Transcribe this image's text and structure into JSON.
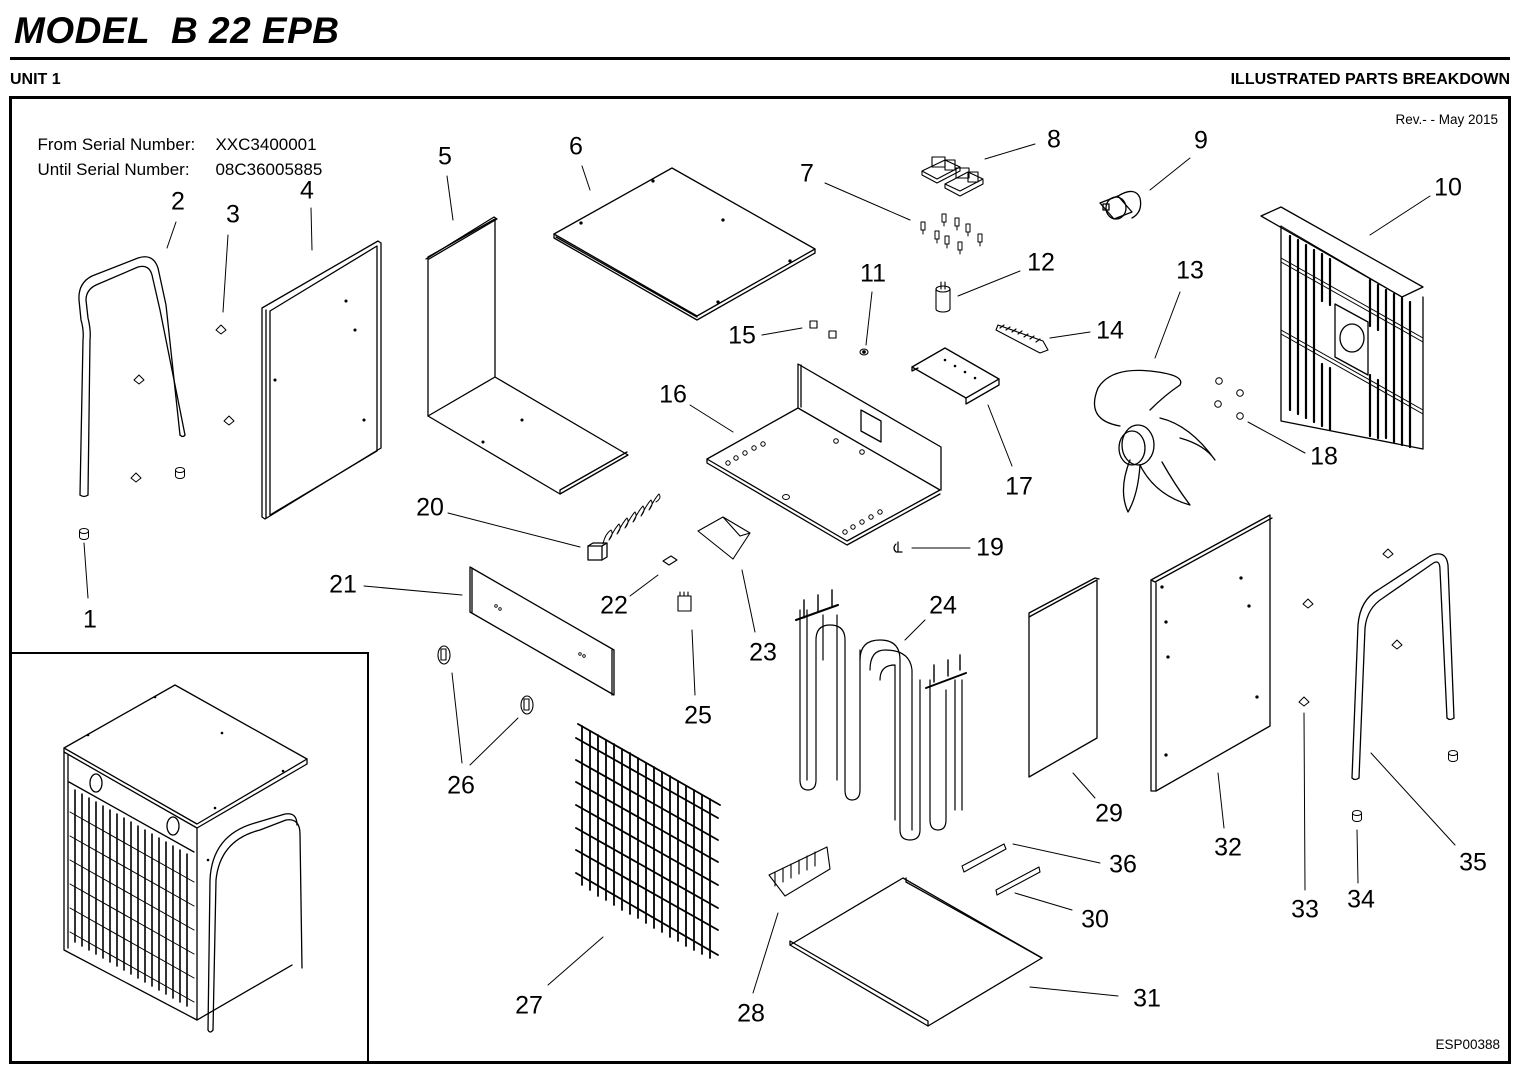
{
  "header": {
    "model_title": "MODEL  B 22 EPB",
    "unit": "UNIT 1",
    "section": "ILLUSTRATED PARTS BREAKDOWN"
  },
  "serial_info": {
    "from_label": "From Serial Number:",
    "from_value": "XXC3400001",
    "until_label": "Until Serial Number:",
    "until_value": "08C36005885"
  },
  "revision": "Rev.- - May 2015",
  "document_id": "ESP00388",
  "callouts": [
    {
      "number": "1",
      "part": "foot-cap"
    },
    {
      "number": "2",
      "part": "handle-frame-left"
    },
    {
      "number": "3",
      "part": "handle-clip"
    },
    {
      "number": "4",
      "part": "side-panel-left"
    },
    {
      "number": "5",
      "part": "rear-bottom-panel"
    },
    {
      "number": "6",
      "part": "top-cover"
    },
    {
      "number": "7",
      "part": "terminal-pins"
    },
    {
      "number": "8",
      "part": "relays"
    },
    {
      "number": "9",
      "part": "fan-motor"
    },
    {
      "number": "10",
      "part": "rear-grille"
    },
    {
      "number": "11",
      "part": "grommet"
    },
    {
      "number": "12",
      "part": "capacitor"
    },
    {
      "number": "13",
      "part": "fan-blade"
    },
    {
      "number": "14",
      "part": "terminal-block"
    },
    {
      "number": "15",
      "part": "cable-clips"
    },
    {
      "number": "16",
      "part": "control-chassis"
    },
    {
      "number": "17",
      "part": "mounting-bracket"
    },
    {
      "number": "18",
      "part": "nuts"
    },
    {
      "number": "19",
      "part": "cable-gland"
    },
    {
      "number": "20",
      "part": "thermostat-sensor"
    },
    {
      "number": "21",
      "part": "control-panel"
    },
    {
      "number": "22",
      "part": "switch-clip"
    },
    {
      "number": "23",
      "part": "heat-deflector"
    },
    {
      "number": "24",
      "part": "heating-elements"
    },
    {
      "number": "25",
      "part": "selector-switch"
    },
    {
      "number": "26",
      "part": "control-knobs"
    },
    {
      "number": "27",
      "part": "front-grille"
    },
    {
      "number": "28",
      "part": "element-support"
    },
    {
      "number": "29",
      "part": "inner-side-panel"
    },
    {
      "number": "30",
      "part": "element-bracket"
    },
    {
      "number": "31",
      "part": "base-plate"
    },
    {
      "number": "32",
      "part": "side-panel-right"
    },
    {
      "number": "33",
      "part": "handle-clip-right"
    },
    {
      "number": "34",
      "part": "foot-cap-right"
    },
    {
      "number": "35",
      "part": "handle-frame-right"
    },
    {
      "number": "36",
      "part": "element-bracket-upper"
    }
  ]
}
